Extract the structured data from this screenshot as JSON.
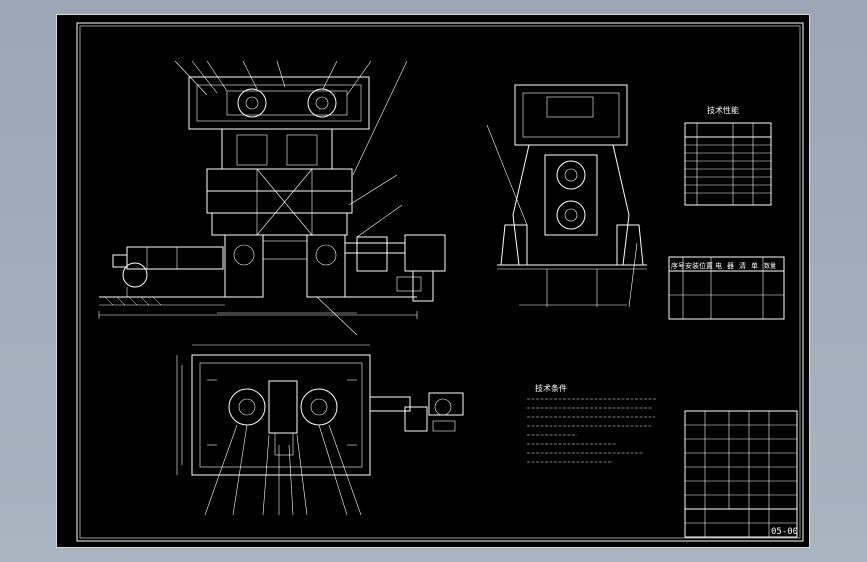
{
  "colors": {
    "app_background": "#a9b4c1",
    "sheet_background": "#000000",
    "line_color": "#ffffff"
  },
  "technical_performance_table": {
    "title": "技术性能"
  },
  "equipment_list_table": {
    "headers": [
      "序号",
      "安装位置",
      "电",
      "器",
      "清",
      "单",
      "数量"
    ]
  },
  "technical_requirements": {
    "title": "技术条件"
  },
  "title_block": {
    "drawing_number": "05-00"
  }
}
